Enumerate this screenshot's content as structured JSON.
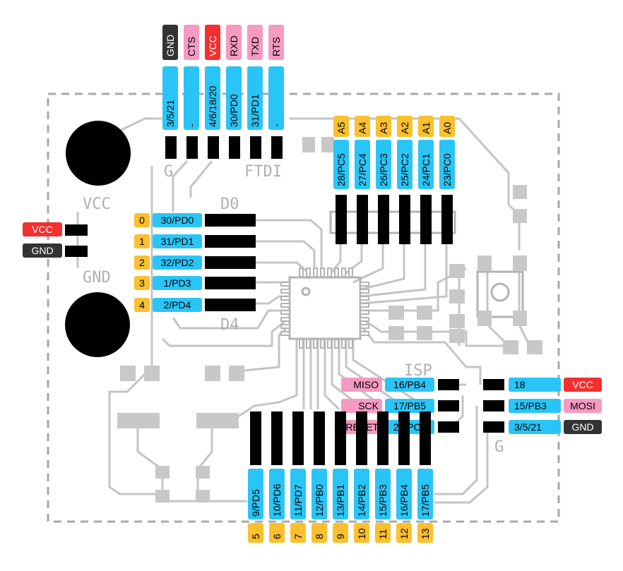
{
  "colors": {
    "blue": "#29c5f6",
    "yellow": "#fbc02d",
    "pink": "#f59ac2",
    "red": "#f32f2f",
    "dark": "#333333"
  },
  "ftdi": {
    "top_labels": [
      "GND",
      "CTS",
      "VCC",
      "RXD",
      "TXD",
      "RTS"
    ],
    "pins": [
      "3/5/21",
      "-",
      "4/6/18/20",
      "30/PD0",
      "31/PD1",
      "-"
    ]
  },
  "analog": {
    "top_labels": [
      "A5",
      "A4",
      "A3",
      "A2",
      "A1",
      "A0"
    ],
    "pins": [
      "28/PC5",
      "27/PC4",
      "26/PC3",
      "25/PC2",
      "24/PC1",
      "23/PC0"
    ]
  },
  "left_digital": {
    "numbers": [
      "0",
      "1",
      "2",
      "3",
      "4"
    ],
    "pins": [
      "30/PD0",
      "31/PD1",
      "32/PD2",
      "1/PD3",
      "2/PD4"
    ]
  },
  "power_left": [
    "VCC",
    "GND"
  ],
  "isp_left": {
    "labels": [
      "MISO",
      "SCK",
      "RESET"
    ],
    "pins": [
      "16/PB4",
      "17/PB5",
      "29/PC6"
    ]
  },
  "isp_right": {
    "pins": [
      "18",
      "15/PB3",
      "3/5/21"
    ],
    "labels": [
      "VCC",
      "MOSI",
      "GND"
    ]
  },
  "bottom": {
    "pins": [
      "9/PD5",
      "10/PD6",
      "11/PD7",
      "12/PB0",
      "13/PB1",
      "14/PB2",
      "15/PB3",
      "16/PB4",
      "17/PB5"
    ],
    "numbers": [
      "5",
      "6",
      "7",
      "8",
      "9",
      "10",
      "11",
      "12",
      "13"
    ]
  },
  "silkscreen": {
    "g_ftdi": "G",
    "ftdi": "FTDI",
    "vcc": "VCC",
    "gnd": "GND",
    "d0": "D0",
    "d4": "D4",
    "isp": "ISP",
    "g_isp": "G"
  }
}
